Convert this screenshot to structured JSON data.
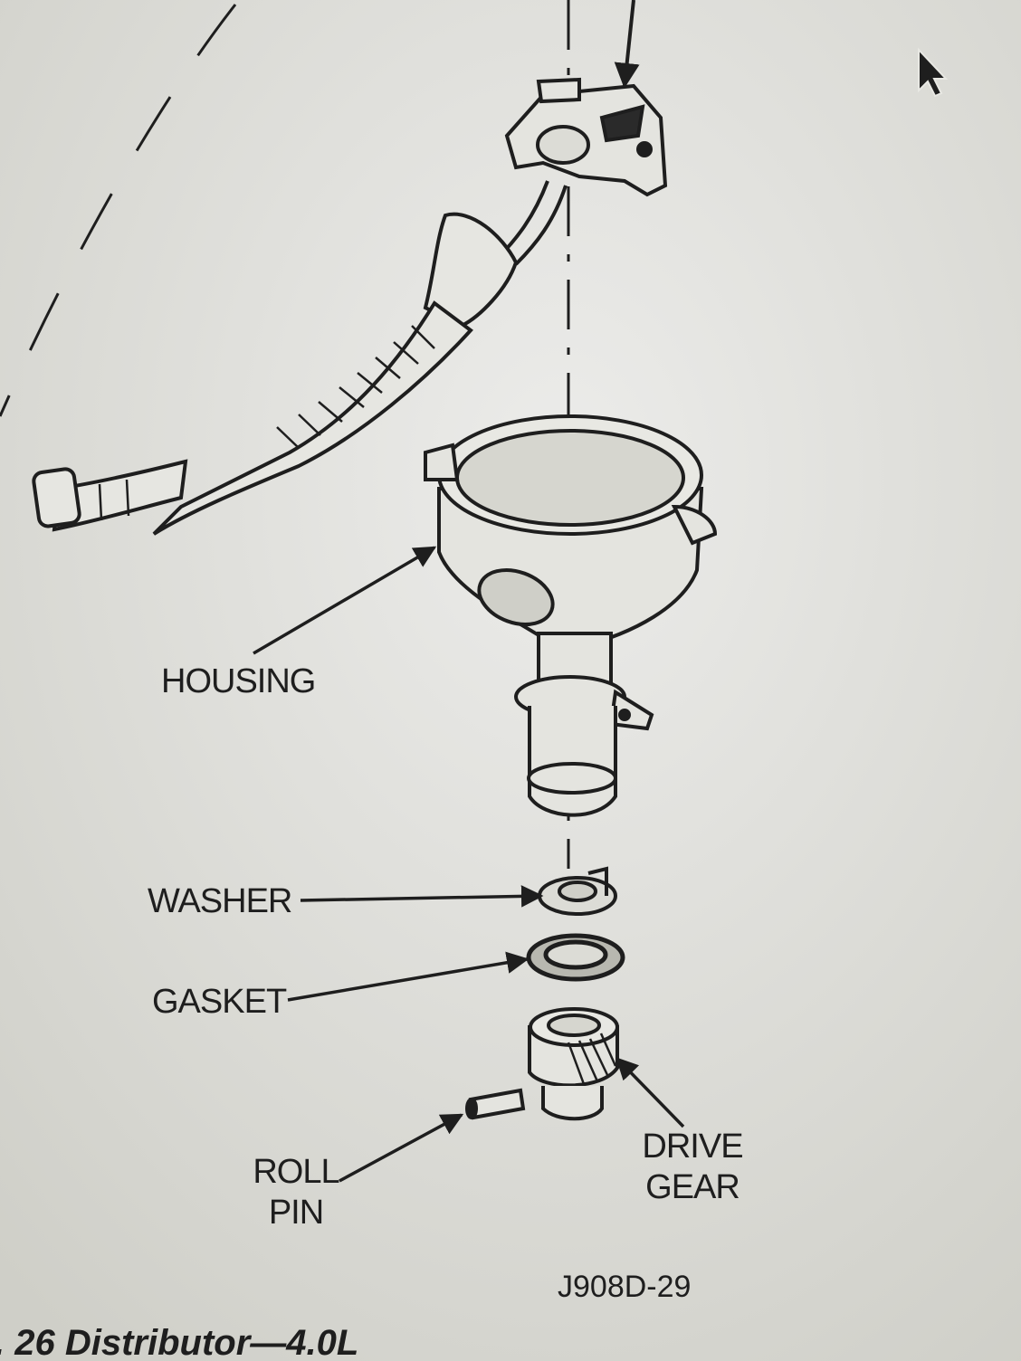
{
  "diagram": {
    "labels": {
      "housing": "HOUSING",
      "washer": "WASHER",
      "gasket": "GASKET",
      "roll_pin_line1": "ROLL",
      "roll_pin_line2": "PIN",
      "drive_gear_line1": "DRIVE",
      "drive_gear_line2": "GEAR"
    },
    "figure_code": "J908D-29",
    "caption": ". 26 Distributor—4.0L"
  },
  "colors": {
    "screen_background": "#dcdcd6",
    "ink": "#1e1e1e"
  },
  "icons": [
    "mouse-pointer-icon"
  ]
}
